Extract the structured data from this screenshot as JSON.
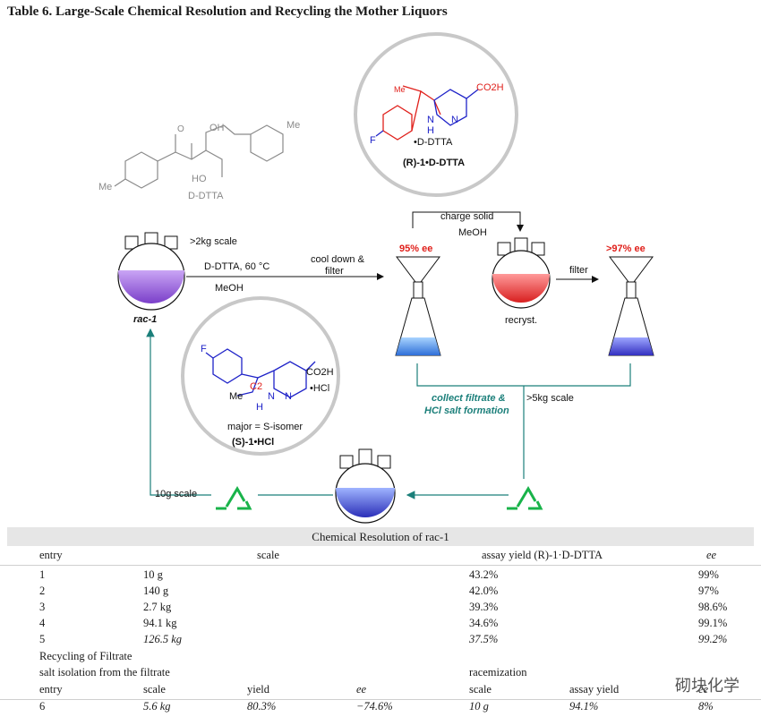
{
  "title": "Table 6. Large-Scale Chemical Resolution and Recycling the Mother Liquors",
  "scheme": {
    "dd_label": "D-DTTA",
    "me": "Me",
    "oh": "OH",
    "ho": "HO",
    "o": "O",
    "scale_top": ">2kg scale",
    "step1_top": "D-DTTA, 60 °C",
    "step1_bottom": "MeOH",
    "step2": [
      "cool down &",
      "filter"
    ],
    "rac": "rac-1",
    "ee95": "95% ee",
    "charge_solid": "charge solid",
    "meoh2": "MeOH",
    "recryst": "recryst.",
    "filter": "filter",
    "ee97": ">97% ee",
    "r_salt_line1": "•D-DTTA",
    "r_salt_name": "(R)-1•D-DTTA",
    "r_co2h": "CO2H",
    "r_me": "Me",
    "nh": "H",
    "n": "N",
    "f": "F",
    "collect": [
      "collect filtrate &",
      "HCl salt formation"
    ],
    "scale_5kg": ">5kg scale",
    "s_co2h": "CO2H",
    "s_hcl": "•HCl",
    "s_c2": "C2",
    "s_major": "major = S-isomer",
    "s_name": "(S)-1•HCl",
    "scale_10g": "10g scale"
  },
  "table": {
    "caption": "Chemical Resolution of rac-1",
    "headers": [
      "entry",
      "scale",
      "assay yield (R)-1·D-DTTA",
      "ee"
    ],
    "rows": [
      [
        "1",
        "10 g",
        "43.2%",
        "99%"
      ],
      [
        "2",
        "140 g",
        "42.0%",
        "97%"
      ],
      [
        "3",
        "2.7 kg",
        "39.3%",
        "98.6%"
      ],
      [
        "4",
        "94.1 kg",
        "34.6%",
        "99.1%"
      ],
      [
        "5",
        "126.5 kg",
        "37.5%",
        "99.2%"
      ]
    ],
    "recycling_title": "Recycling of Filtrate",
    "salt_isolation": "salt isolation from the filtrate",
    "racemization": "racemization",
    "sub_headers": [
      "entry",
      "scale",
      "yield",
      "ee",
      "scale",
      "assay yield",
      "ee"
    ],
    "recycle_row": [
      "6",
      "5.6 kg",
      "80.3%",
      "−74.6%",
      "10 g",
      "94.1%",
      "8%"
    ]
  },
  "watermark": "砌块化学",
  "colors": {
    "red": "#e0201b",
    "blue": "#1e22c8",
    "teal": "#1b7f7a",
    "green": "#19b34a"
  }
}
